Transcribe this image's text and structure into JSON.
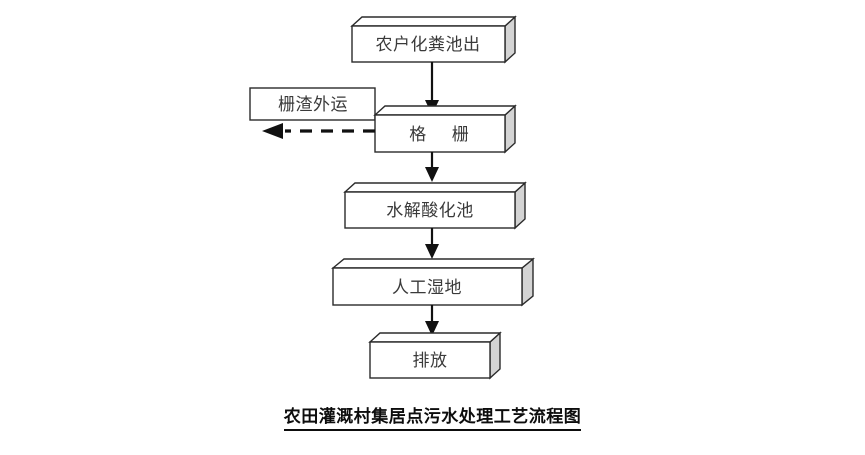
{
  "diagram": {
    "title": "农田灌溉村集居点污水处理工艺流程图",
    "background_color": "#ffffff",
    "box_fill_color": "#ffffff",
    "box_side_color": "#d4d4d4",
    "line_color": "#111111",
    "text_color": "#3a3a3a",
    "nodes": [
      {
        "id": "septic",
        "label": "农户化粪池出",
        "shape": "3d-box"
      },
      {
        "id": "screen",
        "label": "格  栅",
        "shape": "3d-box"
      },
      {
        "id": "residue",
        "label": "栅渣外运",
        "shape": "flat-box"
      },
      {
        "id": "hydrolysis",
        "label": "水解酸化池",
        "shape": "3d-box"
      },
      {
        "id": "wetland",
        "label": "人工湿地",
        "shape": "3d-box"
      },
      {
        "id": "discharge",
        "label": "排放",
        "shape": "3d-box"
      }
    ],
    "edges": [
      {
        "from": "septic",
        "to": "screen",
        "style": "solid",
        "direction": "down"
      },
      {
        "from": "screen",
        "to": "residue",
        "style": "dashed",
        "direction": "left"
      },
      {
        "from": "screen",
        "to": "hydrolysis",
        "style": "solid",
        "direction": "down"
      },
      {
        "from": "hydrolysis",
        "to": "wetland",
        "style": "solid",
        "direction": "down"
      },
      {
        "from": "wetland",
        "to": "discharge",
        "style": "solid",
        "direction": "down"
      }
    ]
  }
}
